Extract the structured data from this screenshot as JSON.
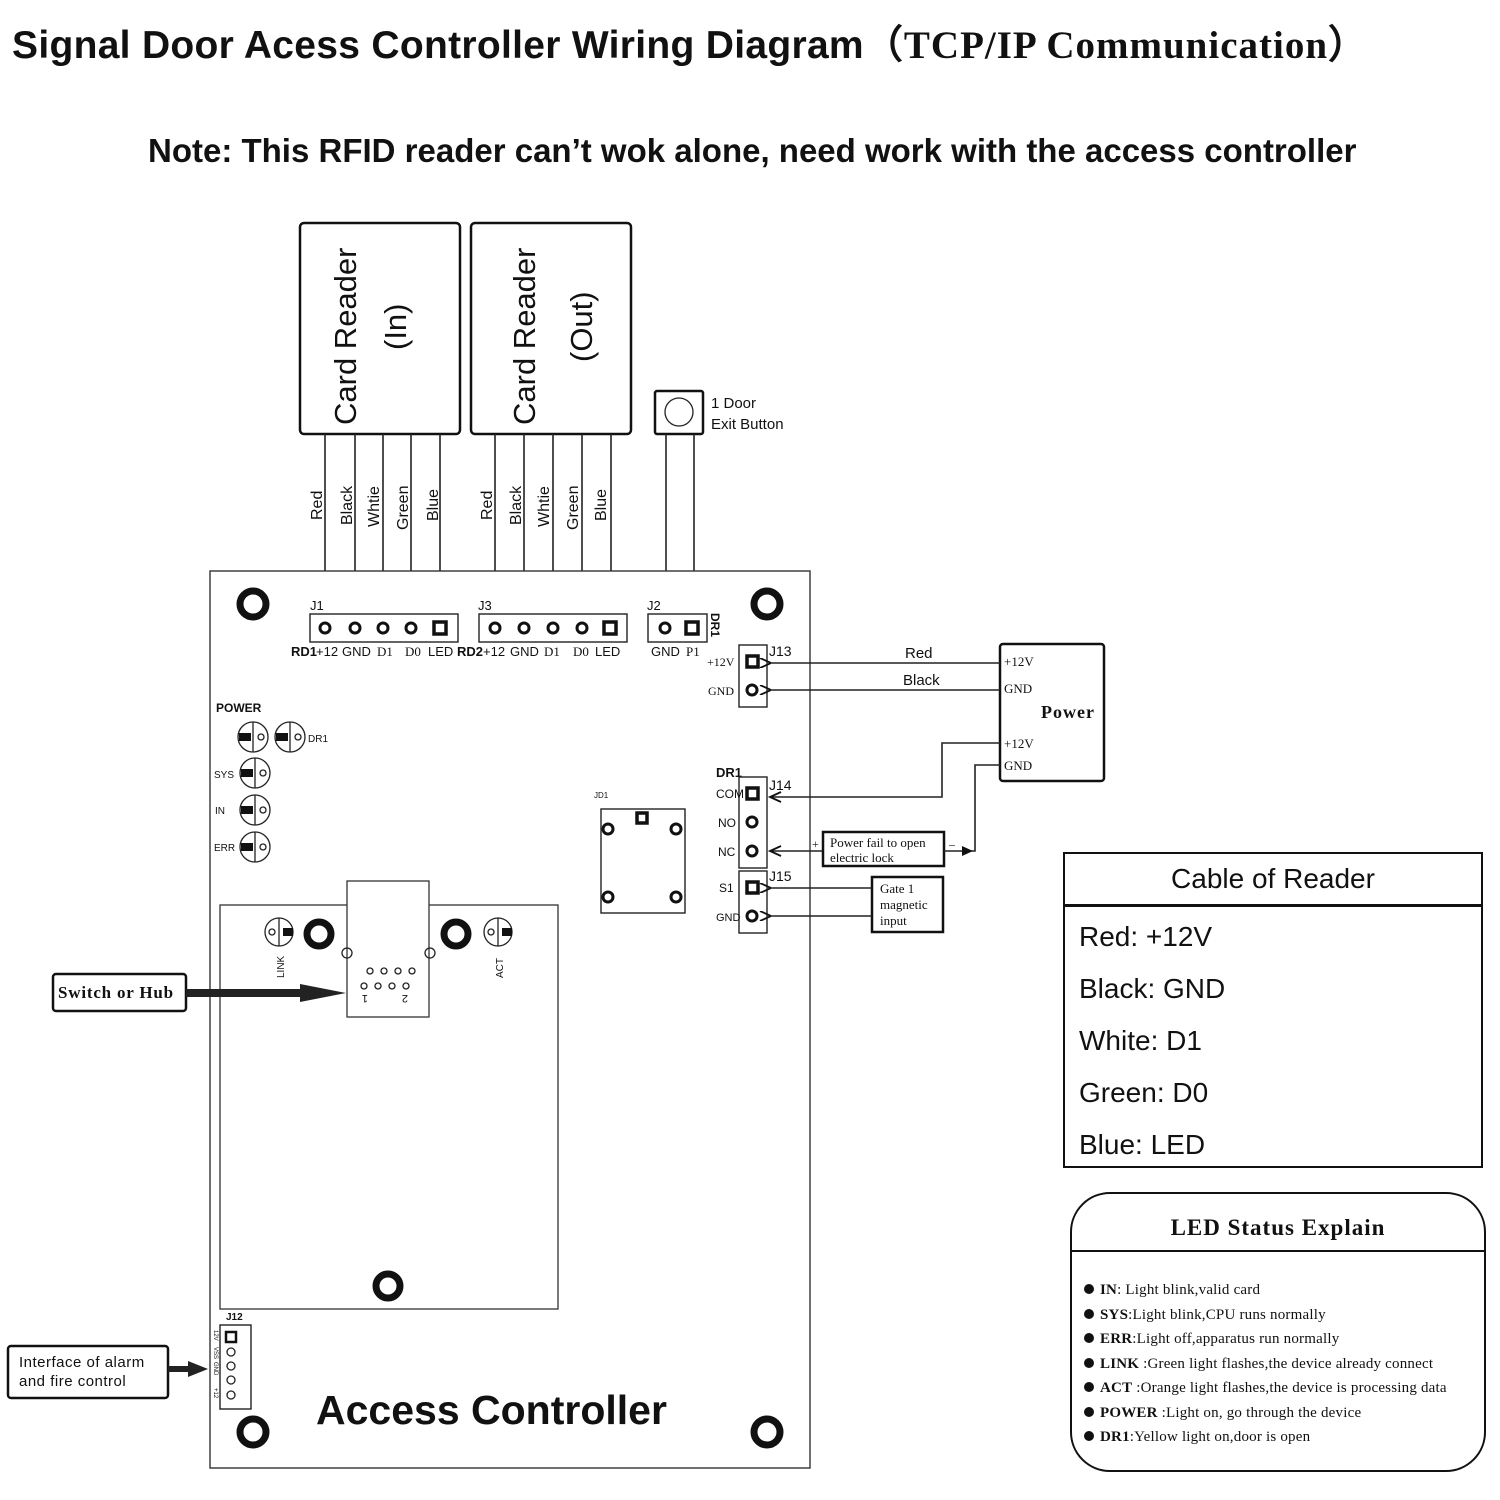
{
  "header": {
    "title": "Signal Door Acess Controller Wiring Diagram",
    "title_suffix": "（TCP/IP  Communication）",
    "note": "Note: This RFID reader can’t wok alone, need work with the access controller"
  },
  "readers": [
    {
      "label_line1": "Card Reader",
      "label_line2": "(In)",
      "wires": [
        "Red",
        "Black",
        "Whtie",
        "Green",
        "Blue"
      ]
    },
    {
      "label_line1": "Card Reader",
      "label_line2": "(Out)",
      "wires": [
        "Red",
        "Black",
        "Whtie",
        "Green",
        "Blue"
      ]
    }
  ],
  "exit_button": {
    "line1": "1 Door",
    "line2": "Exit Button"
  },
  "board": {
    "title": "Access Controller",
    "j1": {
      "name": "J1",
      "prefix": "RD1",
      "pins": [
        "+12",
        "GND",
        "D1",
        "D0",
        "LED"
      ]
    },
    "j3": {
      "name": "J3",
      "prefix": "RD2",
      "pins": [
        "+12",
        "GND",
        "D1",
        "D0",
        "LED"
      ]
    },
    "j2": {
      "name": "J2",
      "side_label": "DR1",
      "pins": [
        "GND",
        "P1"
      ]
    },
    "j13": {
      "name": "J13",
      "pins": [
        "+12V",
        "GND"
      ]
    },
    "j14": {
      "name": "J14",
      "group_label": "DR1",
      "pins": [
        "COM",
        "NO",
        "NC"
      ]
    },
    "j15": {
      "name": "J15",
      "pins": [
        "S1",
        "GND"
      ]
    },
    "jd1": {
      "name": "JD1"
    },
    "j12": {
      "name": "J12",
      "pins": [
        "12V",
        "VSS",
        "GND",
        "+12"
      ]
    },
    "leds": {
      "power": "POWER",
      "dr1": "DR1",
      "sys": "SYS",
      "in": "IN",
      "err": "ERR",
      "link": "LINK",
      "act": "ACT",
      "plus": "+"
    },
    "rj45": {
      "pin_first": "1",
      "pin_last": "2"
    }
  },
  "power_supply": {
    "title": "Power",
    "terminals": [
      "+12V",
      "GND",
      "+12V",
      "GND"
    ],
    "wire_labels": [
      "Red",
      "Black"
    ]
  },
  "annotations": {
    "lock_box": {
      "line1": "Power fail to open",
      "line2": "electric lock",
      "plus": "+",
      "minus": "–"
    },
    "gate_box": {
      "line1": "Gate 1",
      "line2": "magnetic",
      "line3": "input"
    },
    "switch_hub": "Switch or Hub",
    "alarm_line1": "Interface of alarm",
    "alarm_line2": "and fire control"
  },
  "cable_table": {
    "title": "Cable of Reader",
    "rows": [
      "Red: +12V",
      "Black: GND",
      "White: D1",
      "Green: D0",
      "Blue: LED"
    ]
  },
  "led_status": {
    "title": "LED Status Explain",
    "items": [
      {
        "key": "IN",
        "text": ": Light blink,valid card"
      },
      {
        "key": "SYS",
        "text": ":Light blink,CPU runs normally"
      },
      {
        "key": "ERR",
        "text": ":Light off,apparatus run normally"
      },
      {
        "key": "LINK",
        "text": " :Green light flashes,the device already connect"
      },
      {
        "key": "ACT",
        "text": " :Orange light flashes,the device is processing data"
      },
      {
        "key": "POWER",
        "text": " :Light on, go through the device"
      },
      {
        "key": "DR1",
        "text": ":Yellow light on,door is open"
      }
    ]
  }
}
